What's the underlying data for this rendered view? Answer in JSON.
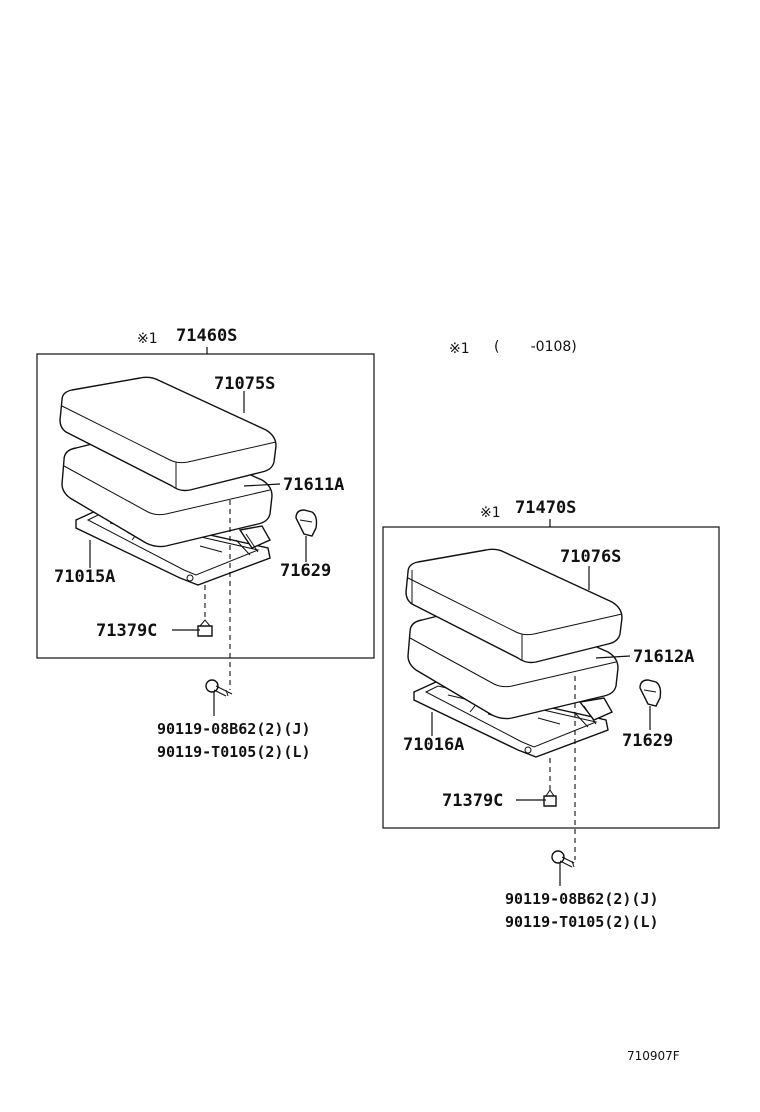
{
  "note": {
    "marker": "※1",
    "range": "(       -0108)"
  },
  "left_assembly": {
    "marker": "※1",
    "assembly": "71460S",
    "cushion": "71075S",
    "pad": "71611A",
    "frame": "71015A",
    "knob": "71629",
    "clip": "71379C",
    "screws": [
      "90119-08B62(2)(J)",
      "90119-T0105(2)(L)"
    ]
  },
  "right_assembly": {
    "marker": "※1",
    "assembly": "71470S",
    "cushion": "71076S",
    "pad": "71612A",
    "frame": "71016A",
    "knob": "71629",
    "clip": "71379C",
    "screws": [
      "90119-08B62(2)(J)",
      "90119-T0105(2)(L)"
    ]
  },
  "figure_ref": "710907F"
}
